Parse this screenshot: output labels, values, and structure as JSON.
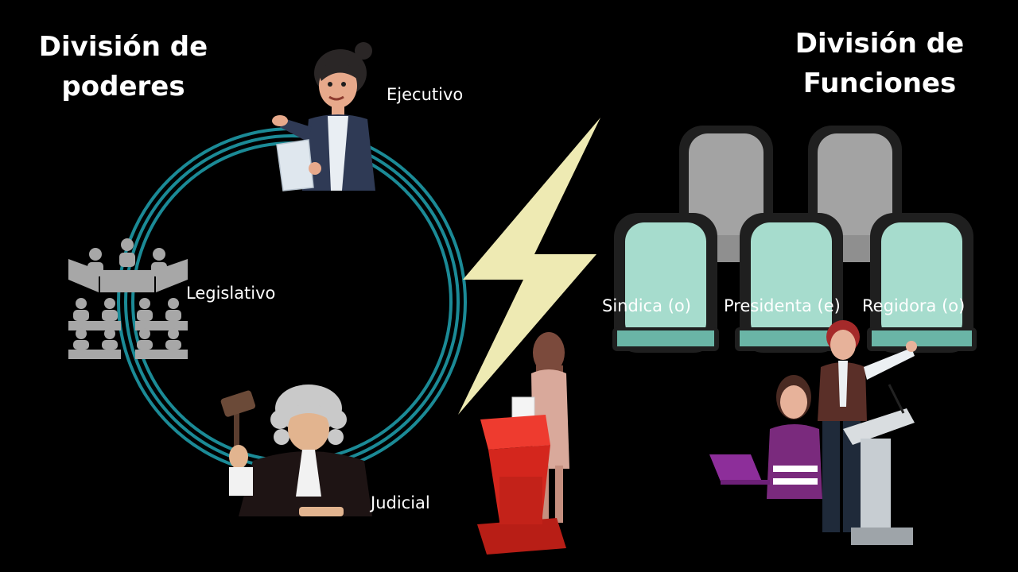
{
  "left_title": {
    "line1": "División de",
    "line2": "poderes"
  },
  "right_title": {
    "line1": "División de",
    "line2": "Funciones"
  },
  "powers": {
    "ejecutivo": "Ejecutivo",
    "legislativo": "Legislativo",
    "judicial": "Judicial"
  },
  "functions": {
    "sindica": "Sindica (o)",
    "presidenta": "Presidenta (e)",
    "regidora": "Regidora (o)"
  },
  "colors": {
    "background": "#000000",
    "ring": "#1b8a96",
    "lightning": "#eeeab3",
    "chair_back": "#a3a3a3",
    "chair_front": "#a6dccd",
    "podium": "#d4261d"
  },
  "icons": [
    "executive-woman-icon",
    "legislative-assembly-icon",
    "judge-gavel-icon",
    "lightning-bolt-icon",
    "podium-speaker-icon",
    "council-chairs-icon",
    "presenters-icon"
  ]
}
